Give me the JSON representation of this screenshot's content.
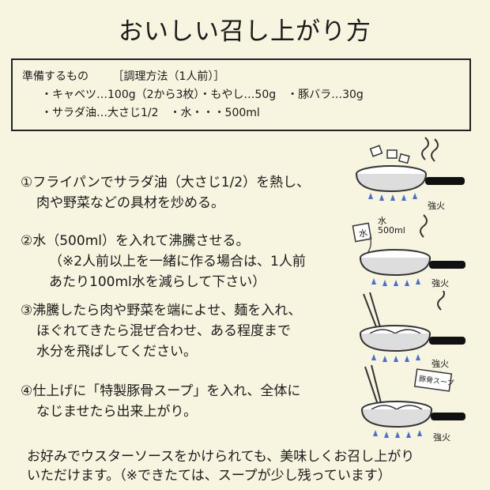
{
  "title": "おいしい召し上がり方",
  "prep": {
    "heading": "準備するもの",
    "method": "［調理方法（1人前）］",
    "line1": "・キャベツ…100g（2から3枚）・もやし…50g　・豚バラ…30g",
    "line2": "・サラダ油…大さじ1/2　・水・・・500ml"
  },
  "steps": [
    {
      "lines": [
        "①フライパンでサラダ油（大さじ1/2）を熱し、",
        "肉や野菜などの具材を炒める。"
      ]
    },
    {
      "lines": [
        "②水（500ml）を入れて沸騰させる。",
        "（※2人前以上を一緒に作る場合は、1人前",
        "あたり100ml水を減らして下さい）"
      ]
    },
    {
      "lines": [
        "③沸騰したら肉や野菜を端によせ、麺を入れ、",
        "ほぐれてきたら混ぜ合わせ、ある程度まで",
        "水分を飛ばしてください。"
      ]
    },
    {
      "lines": [
        "④仕上げに「特製豚骨スープ」を入れ、全体に",
        "なじませたら出来上がり。"
      ]
    }
  ],
  "footer": [
    "お好みでウスターソースをかけられても、美味しくお召し上がり",
    "いただけます。（※できたては、スープが少し残っています）"
  ],
  "illustrations": {
    "heat_label": "強火",
    "water_label": "水",
    "water_amount": "500ml",
    "soup_label": "豚骨スープ"
  }
}
